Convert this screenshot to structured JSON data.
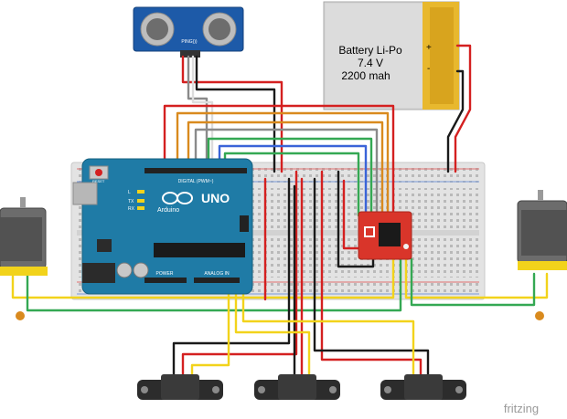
{
  "battery": {
    "line1": "Battery Li-Po",
    "line2": "7.4 V",
    "line3": "2200 mah",
    "plus": "+",
    "minus": "-"
  },
  "arduino": {
    "logo": "UNO",
    "brand": "Arduino",
    "digital_label": "DIGITAL (PWM~)",
    "analog_label": "ANALOG IN",
    "power_label": "POWER",
    "reset_label": "RESET",
    "tx": "TX",
    "rx": "RX",
    "l_label": "L"
  },
  "ultrasonic": {
    "label": "PING)))"
  },
  "watermark": "fritzing",
  "colors": {
    "wire_red": "#d42020",
    "wire_black": "#1a1a1a",
    "wire_yellow": "#f2d31b",
    "wire_green": "#34a853",
    "wire_blue": "#3a64d8",
    "wire_orange": "#d98a1e",
    "wire_gray": "#8a8a8a",
    "arduino_blue": "#1f7ba6",
    "driver_red": "#d9352a",
    "battery_gold": "#e8b82e"
  }
}
